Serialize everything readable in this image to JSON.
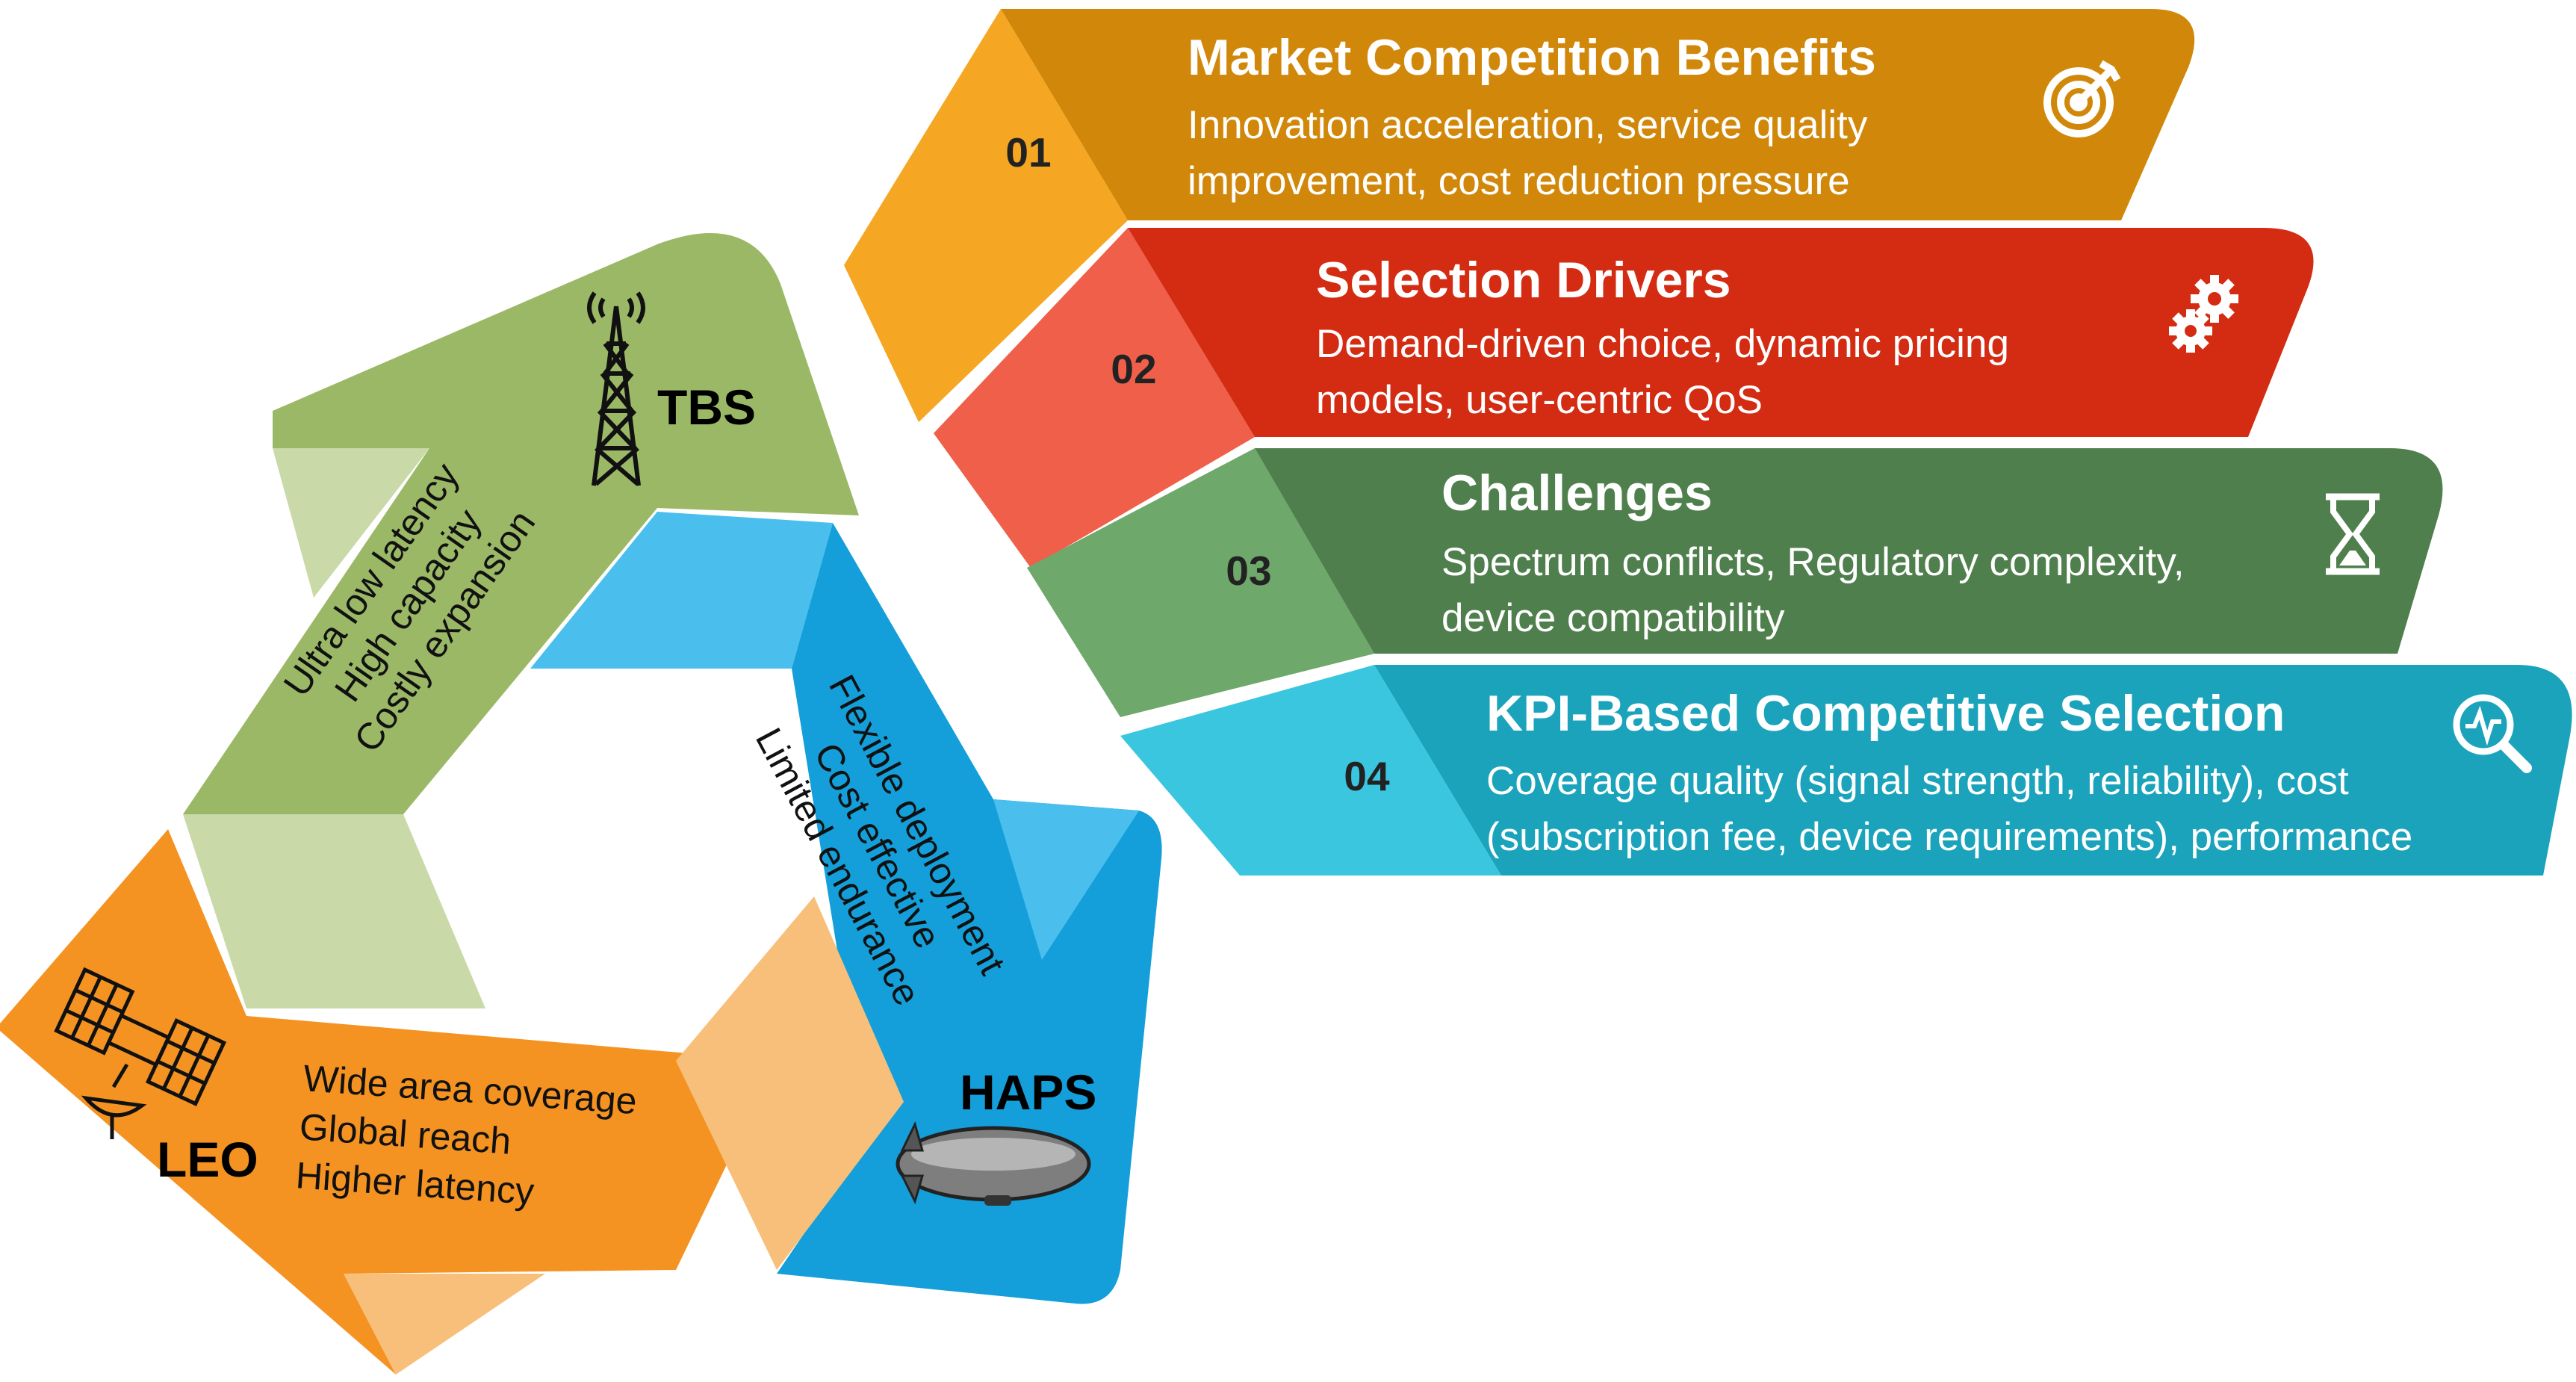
{
  "steps": [
    {
      "number": "01",
      "title": "Market Competition Benefits",
      "line1": "Innovation acceleration, service quality",
      "line2": "improvement, cost reduction pressure",
      "icon": "target-icon",
      "color": "#D1880A",
      "accent": "#F5A623"
    },
    {
      "number": "02",
      "title": "Selection Drivers",
      "line1": "Demand-driven choice, dynamic pricing",
      "line2": "models, user-centric QoS",
      "icon": "gears-icon",
      "color": "#D42C13",
      "accent": "#EF5F49"
    },
    {
      "number": "03",
      "title": "Challenges",
      "line1": "Spectrum conflicts, Regulatory complexity,",
      "line2": "device compatibility",
      "icon": "hourglass-icon",
      "color": "#4F7F4C",
      "accent": "#6EA86A"
    },
    {
      "number": "04",
      "title": "KPI-Based Competitive Selection",
      "line1": "Coverage quality (signal strength, reliability), cost",
      "line2": "(subscription fee, device requirements), performance",
      "icon": "chart-magnifier-icon",
      "color": "#1BA3BC",
      "accent": "#3BC6E0"
    }
  ],
  "cycle": {
    "tbs": {
      "label": "TBS",
      "lines": [
        "Ultra low latency",
        "High capacity",
        "Costly expansion"
      ],
      "icon": "tower-icon",
      "color": "#9BB866"
    },
    "haps": {
      "label": "HAPS",
      "lines": [
        "Flexible deployment",
        "Cost effective",
        "Limited endurance"
      ],
      "icon": "airship-icon",
      "color": "#149FDA"
    },
    "leo": {
      "label": "LEO",
      "lines": [
        "Wide area coverage",
        "Global reach",
        "Higher latency"
      ],
      "icon": "satellite-icon",
      "color": "#F49322"
    }
  }
}
